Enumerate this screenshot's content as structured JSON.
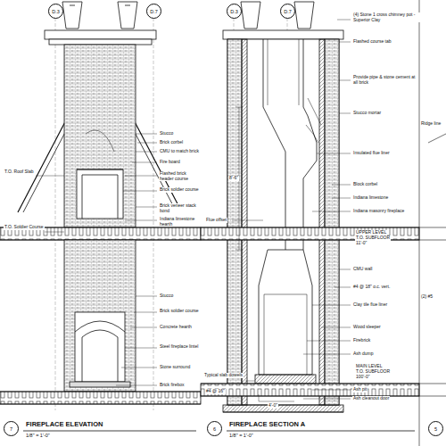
{
  "diagram": {
    "nodes": [
      {
        "text": [
          "D.3"
        ]
      },
      {
        "text": [
          "D.7"
        ]
      },
      {
        "text": [
          "D.3"
        ]
      },
      {
        "text": [
          "D.7"
        ]
      },
      {
        "text": [
          "7"
        ]
      },
      {
        "text": [
          "6"
        ]
      },
      {
        "text": [
          "5"
        ]
      }
    ],
    "labels": [
      "T.O. Roof Slab",
      "T.O. Soldier Course",
      "Stucco",
      "Brick corbel",
      "CMU to match brick",
      "Fire board",
      "Flashed brick header course",
      "Brick soldier course",
      "Brick veneer stack bond",
      "Indiana limestone hearth",
      "Stucco",
      "Brick soldier course",
      "Concrete hearth",
      "Steel fireplace lintel",
      "Stone surround",
      "Brick firebox",
      "(4) Stone 1 cross chimney pot - Superior Clay",
      "Flashed course tab",
      "Provide pipe & stone cement at all brick",
      "Stucco mortar",
      "Insulated flue liner",
      "Block corbel",
      "Indiana limestone",
      "Indiana masonry fireplace",
      "UPPER LEVEL",
      "T.O. SUBFLOOR",
      "11'-0\"",
      "CMU wall",
      "#4 @ 18\" o.c. vert.",
      "Clay tile flue liner",
      "Wood sleeper",
      "Firebrick",
      "Ash dump",
      "MAIN LEVEL",
      "T.O. SUBFLOOR",
      "100'-0\"",
      "Ash pit",
      "Ash cleanout door",
      "Flue offset",
      "Typical slab dowels",
      "#4 @ 16\"",
      "8'-6\"",
      "4'-0\"",
      "FIREPLACE ELEVATION",
      "1/8\" = 1'-0\"",
      "FIREPLACE SECTION A",
      "1/8\" = 1'-0\"",
      "Ridge line",
      "(2) #5"
    ]
  }
}
